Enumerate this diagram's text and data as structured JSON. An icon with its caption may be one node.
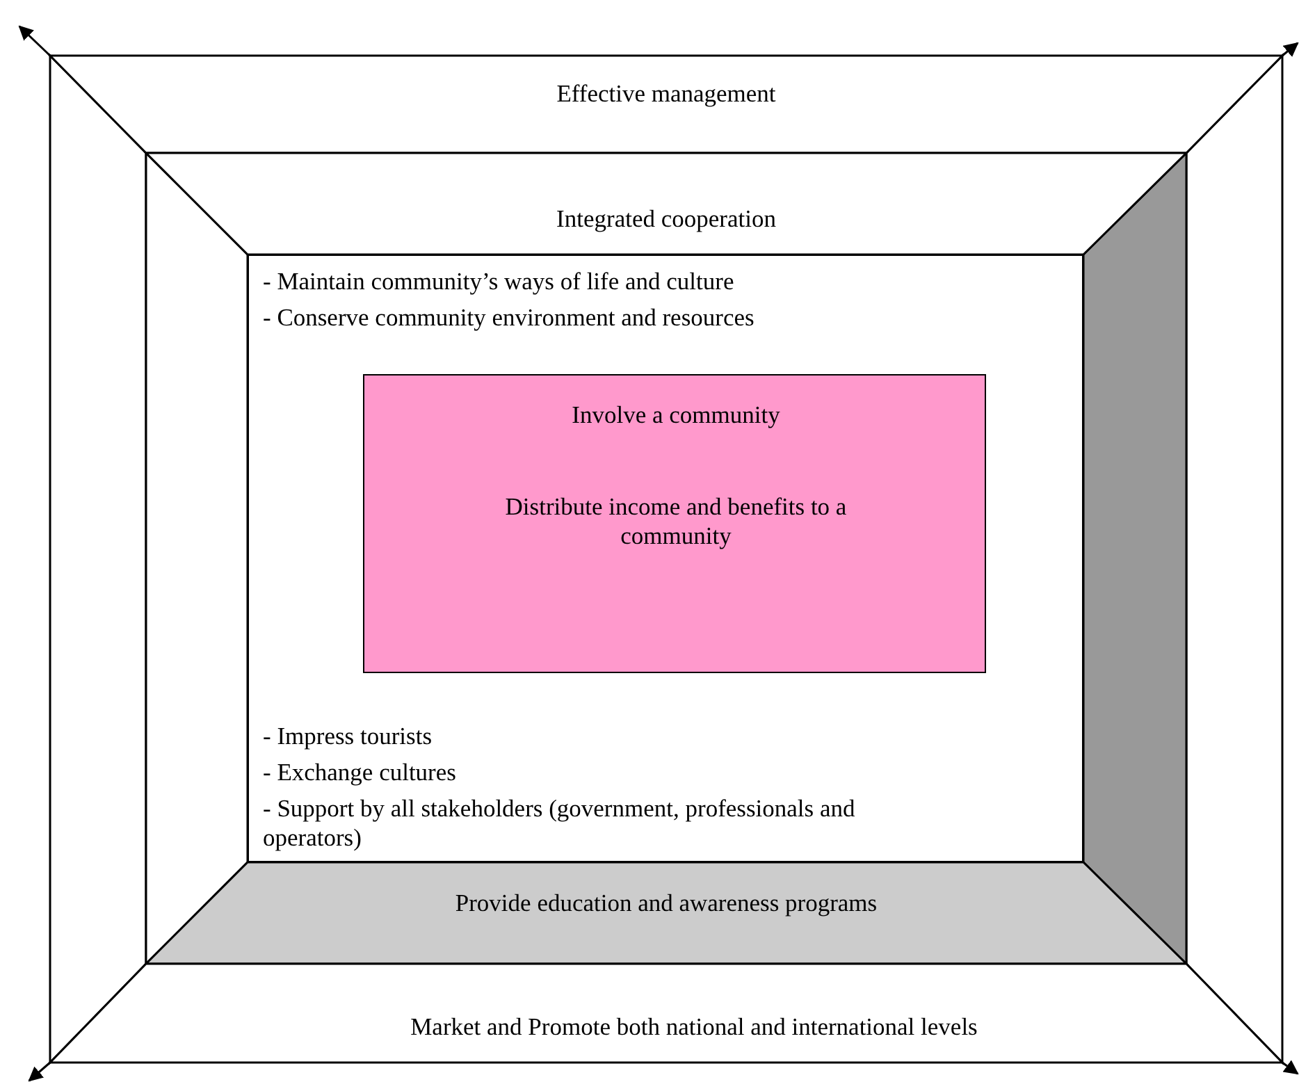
{
  "diagram": {
    "nodes": [
      {
        "text": [
          "Effective management"
        ]
      },
      {
        "text": [
          "Integrated cooperation"
        ]
      },
      {
        "text": [
          "- Maintain community’s ways of life and culture",
          "- Conserve community environment and resources",
          "- Impress tourists",
          "- Exchange cultures",
          "- Support by all stakeholders (government, professionals and operators)"
        ]
      },
      {
        "text": [
          "Involve a community",
          "Distribute income and benefits to a community"
        ],
        "in": 2
      },
      {
        "text": [
          "Provide education and awareness programs"
        ]
      },
      {
        "text": [
          "Market and Promote both national and international levels"
        ]
      }
    ],
    "edges": []
  }
}
